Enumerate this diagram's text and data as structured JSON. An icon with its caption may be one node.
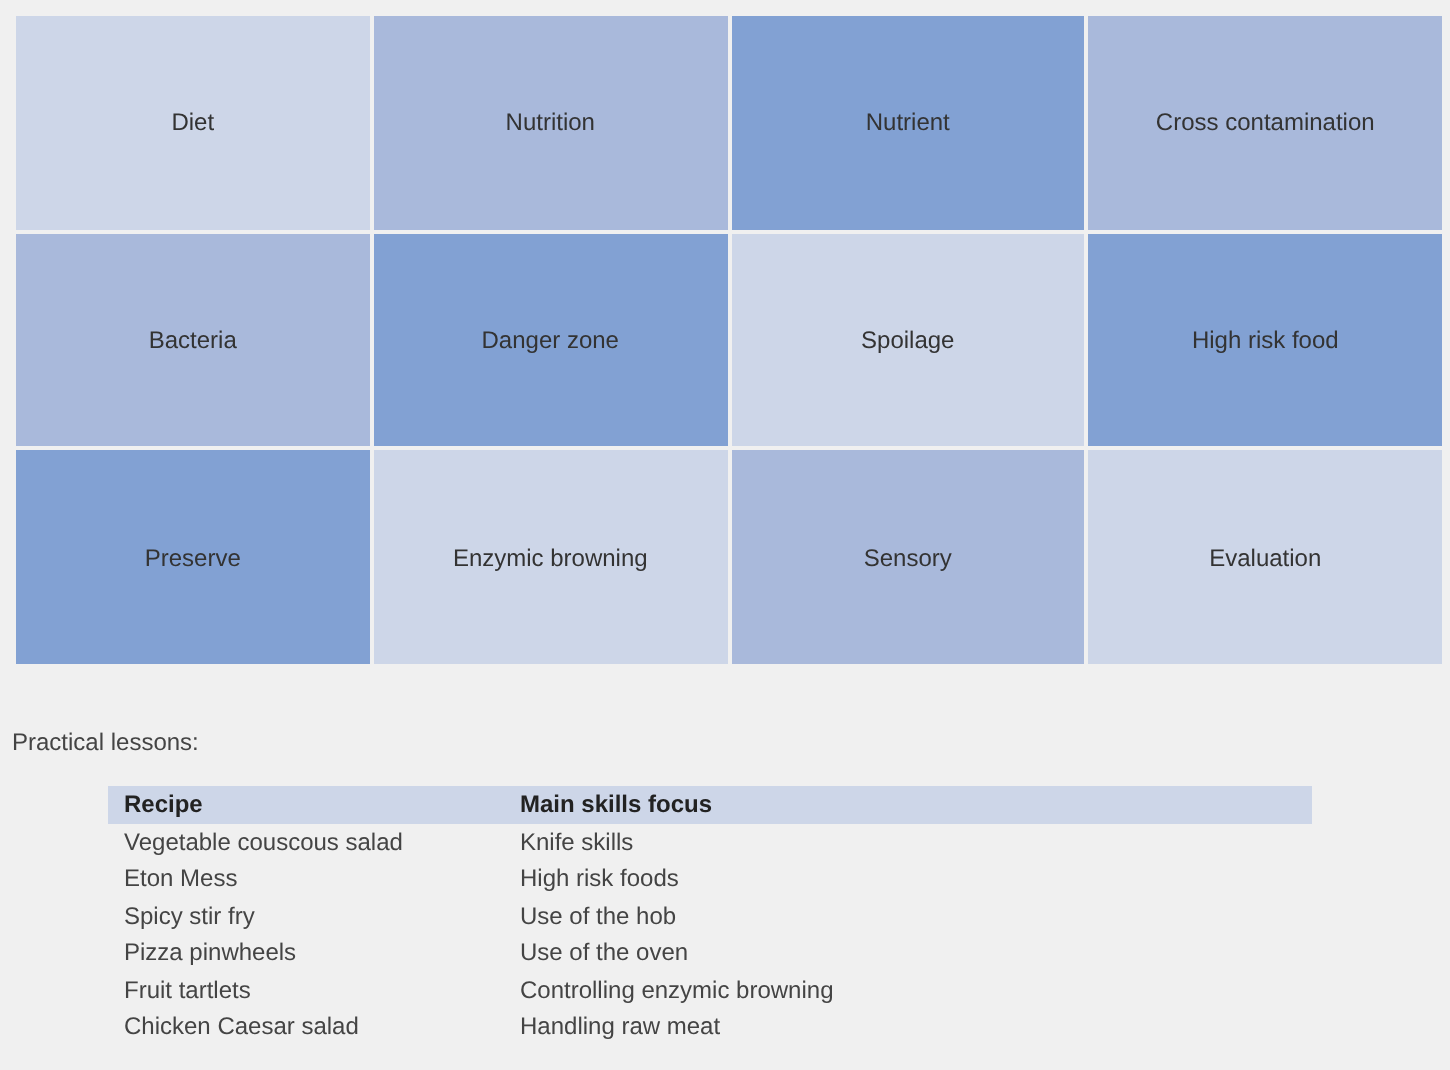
{
  "diagram": {
    "nodes": [
      {
        "text": [
          "Diet"
        ]
      },
      {
        "text": [
          "Nutrition"
        ]
      },
      {
        "text": [
          "Nutrient"
        ]
      },
      {
        "text": [
          "Cross contamination"
        ]
      },
      {
        "text": [
          "Bacteria"
        ]
      },
      {
        "text": [
          "Danger zone"
        ]
      },
      {
        "text": [
          "Spoilage"
        ]
      },
      {
        "text": [
          "High risk food"
        ]
      },
      {
        "text": [
          "Preserve"
        ]
      },
      {
        "text": [
          "Enzymic browning"
        ]
      },
      {
        "text": [
          "Sensory"
        ]
      },
      {
        "text": [
          "Evaluation"
        ]
      }
    ],
    "labels": [
      "Practical lessons:",
      "Recipe",
      "Main skills focus",
      "Vegetable couscous salad",
      "Knife skills",
      "Eton Mess",
      "High risk foods",
      "Spicy stir fry",
      "Use of the hob",
      "Pizza pinwheels",
      "Use of the oven",
      "Fruit tartlets",
      "Controlling enzymic browning",
      "Chicken Caesar salad",
      "Handling raw meat"
    ]
  }
}
